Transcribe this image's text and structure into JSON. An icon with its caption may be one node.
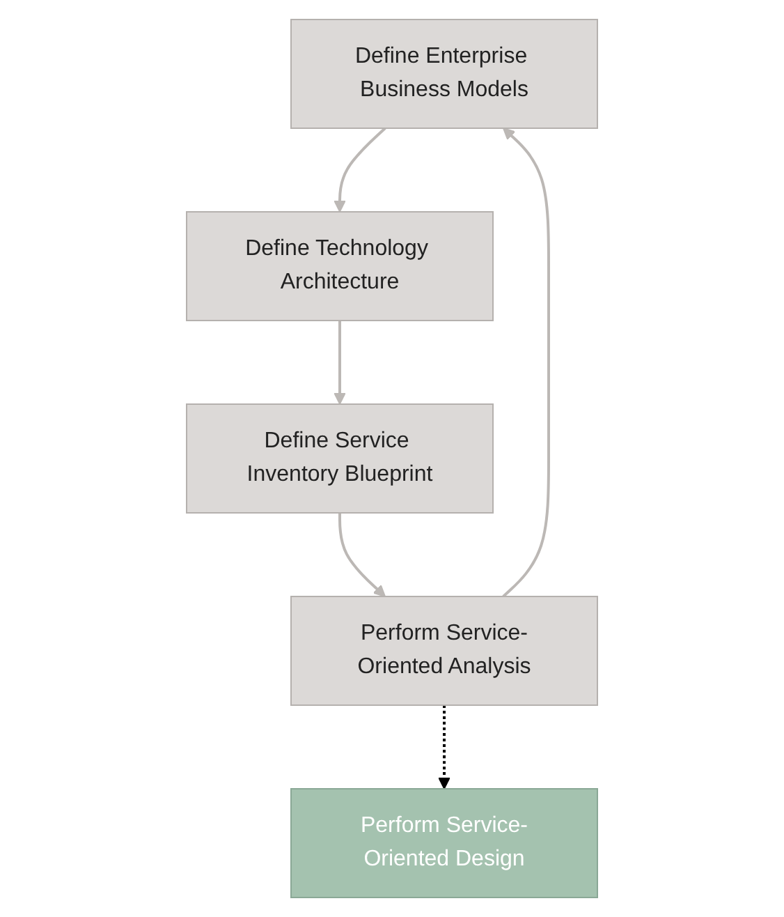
{
  "diagram": {
    "nodes": [
      {
        "text": [
          "Define Enterprise Business Models"
        ]
      },
      {
        "text": [
          "Define Technology Architecture"
        ]
      },
      {
        "text": [
          "Define Service Inventory Blueprint"
        ]
      },
      {
        "text": [
          "Perform Service-Oriented Analysis"
        ]
      },
      {
        "text": [
          "Perform Service-Oriented Design"
        ]
      }
    ],
    "edges": [
      {
        "from": 0,
        "to": 1,
        "arrow": "to"
      },
      {
        "from": 1,
        "to": 2,
        "arrow": "to"
      },
      {
        "from": 2,
        "to": 3,
        "arrow": "to"
      },
      {
        "from": 3,
        "to": 0,
        "arrow": "to"
      },
      {
        "from": 3,
        "to": 4,
        "arrow": "to",
        "style": "dashed",
        "color": "#000000"
      }
    ]
  }
}
